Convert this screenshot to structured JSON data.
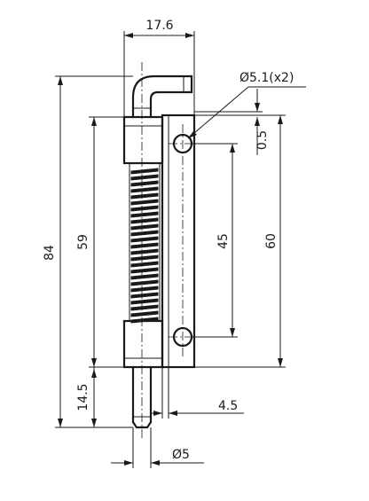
{
  "dimensions": {
    "top_width": "17.6",
    "hole_diameter": "Ø5.1(x2)",
    "offset_top": "0.5",
    "overall_length": "84",
    "body_length": "59",
    "hole_spacing": "45",
    "plate_length": "60",
    "pin_extension": "14.5",
    "plate_offset": "4.5",
    "pin_diameter": "Ø5"
  }
}
